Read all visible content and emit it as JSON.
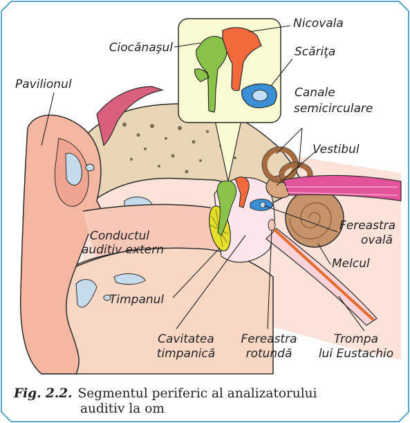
{
  "labels": {
    "pavilionul": "Pavilionul",
    "ciocanasul": "Ciocănaşul",
    "nicovala": "Nicovala",
    "scarita": "Scăriţa",
    "canale_1": "Canale",
    "canale_2": "semicirculare",
    "vestibul": "Vestibul",
    "conductul_1": "Conductul",
    "conductul_2": "auditiv extern",
    "fereastra_ovala_1": "Fereastra",
    "fereastra_ovala_2": "ovală",
    "melcul": "Melcul",
    "timpanul": "Timpanul",
    "cavitatea_1": "Cavitatea",
    "cavitatea_2": "timpanică",
    "fereastra_rotunda_1": "Fereastra",
    "fereastra_rotunda_2": "rotundă",
    "trompa_1": "Trompa",
    "trompa_2": "lui Eustachio"
  },
  "caption": {
    "fig": "Fig. 2.2.",
    "line1": "Segmentul periferic al analizatorului",
    "line2": "auditiv la om"
  },
  "colors": {
    "frame": "#5ba3c7",
    "skin": "#f5b7a2",
    "bone": "#e8d6b6",
    "tympanum": "#e4e02a",
    "malleus": "#8bc34a",
    "incus": "#f26a3b",
    "stapes": "#3a8fd6",
    "cochlea": "#c6946a",
    "nerve": "#e4549a",
    "inset_bg": "#fafbd2"
  }
}
